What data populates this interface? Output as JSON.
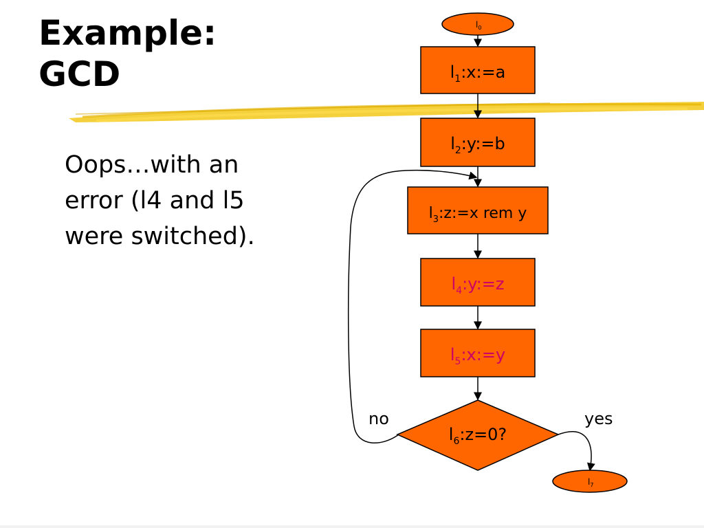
{
  "slide": {
    "title_line1": "Example:",
    "title_line2": "GCD",
    "body_line1": "Oops…with an",
    "body_line2": "error (l4 and l5",
    "body_line3": "were switched)."
  },
  "colors": {
    "node_fill": "#ff6600",
    "node_stroke": "#000000",
    "swapped_text": "#cc0066",
    "normal_text": "#000000",
    "highlight_stroke": "#f0c419"
  },
  "flowchart": {
    "start": {
      "label": "l",
      "sub": "0"
    },
    "nodes": [
      {
        "label": "l",
        "sub": "1",
        "text": ":x:=a",
        "swapped": false
      },
      {
        "label": "l",
        "sub": "2",
        "text": ":y:=b",
        "swapped": false
      },
      {
        "label": "l",
        "sub": "3",
        "text": ":z:=x rem y",
        "swapped": false
      },
      {
        "label": "l",
        "sub": "4",
        "text": ":y:=z",
        "swapped": true
      },
      {
        "label": "l",
        "sub": "5",
        "text": ":x:=y",
        "swapped": true
      }
    ],
    "decision": {
      "label": "l",
      "sub": "6",
      "text": ":z=0?"
    },
    "branch_no": "no",
    "branch_yes": "yes",
    "end": {
      "label": "l",
      "sub": "7"
    }
  }
}
